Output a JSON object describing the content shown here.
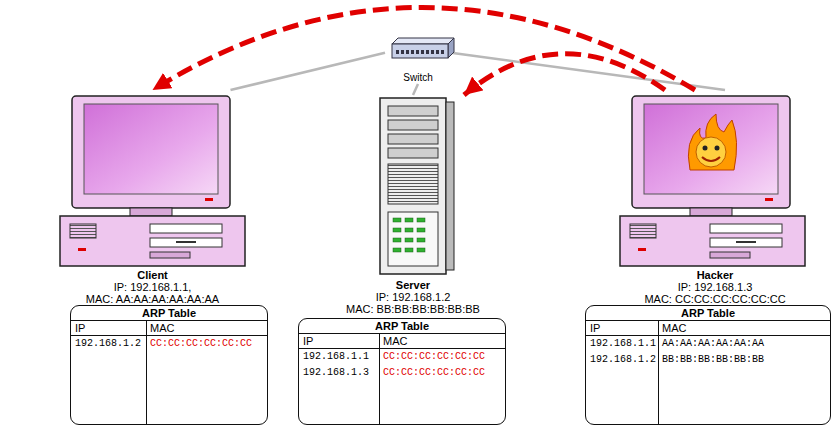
{
  "diagram": {
    "nodes": [
      {
        "text": [
          "Switch"
        ]
      },
      {
        "text": [
          "Client",
          "IP: 192.168.1.1,",
          "MAC: AA:AA:AA:AA:AA:AA"
        ]
      },
      {
        "text": [
          "Server",
          "IP: 192.168.1.2",
          "MAC: BB:BB:BB:BB:BB:BB"
        ]
      },
      {
        "text": [
          "Hacker",
          "IP: 192.168.1.3",
          "MAC: CC:CC:CC:CC:CC:CC"
        ]
      },
      {
        "text": [
          "ARP Table"
        ]
      },
      {
        "text": [
          "ARP Table"
        ]
      },
      {
        "text": [
          "ARP Table"
        ]
      }
    ],
    "edges": [
      {
        "from": 0,
        "to": 1,
        "arrow": "none"
      },
      {
        "from": 0,
        "to": 2,
        "arrow": "none"
      },
      {
        "from": 0,
        "to": 3,
        "arrow": "none"
      },
      {
        "from": 3,
        "to": 1,
        "arrow": "to"
      },
      {
        "from": 3,
        "to": 2,
        "arrow": "to"
      }
    ],
    "labels": [
      "IP",
      "MAC",
      "192.168.1.2",
      "CC:CC:CC:CC:CC:CC",
      "IP",
      "MAC",
      "192.168.1.1",
      "CC:CC:CC:CC:CC:CC",
      "192.168.1.3",
      "CC:CC:CC:CC:CC:CC",
      "IP",
      "MAC",
      "192.168.1.1",
      "AA:AA:AA:AA:AA:AA",
      "192.168.1.2",
      "BB:BB:BB:BB:BB:BB"
    ]
  }
}
